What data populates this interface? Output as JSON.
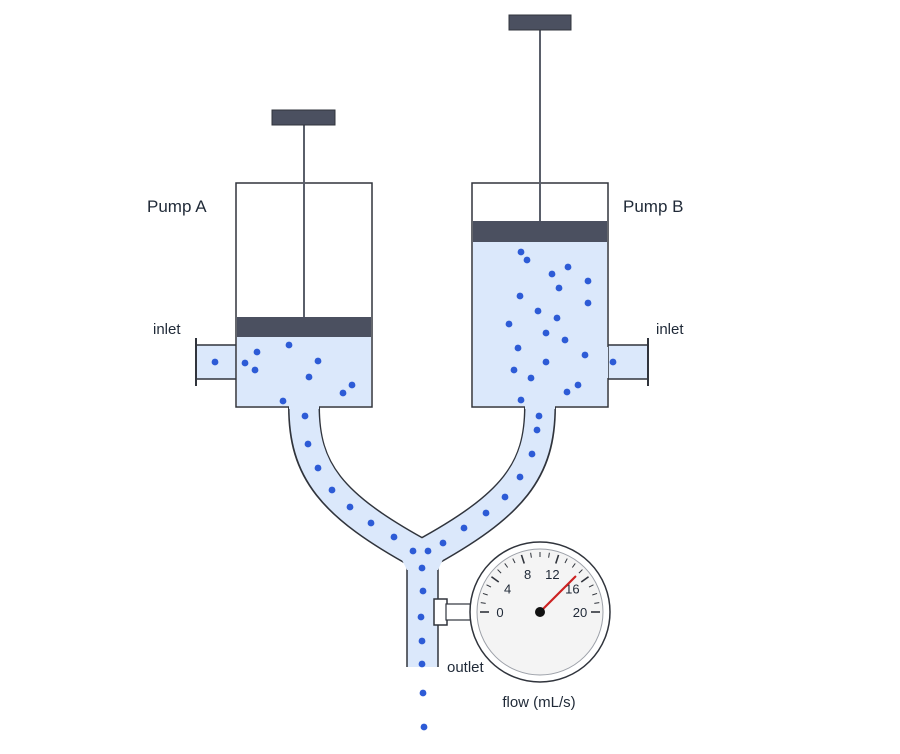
{
  "pump_a": {
    "label": "Pump A",
    "inlet_label": "inlet",
    "fill_level": 0.3
  },
  "pump_b": {
    "label": "Pump B",
    "inlet_label": "inlet",
    "fill_level": 0.82
  },
  "outlet_label": "outlet",
  "gauge": {
    "caption": "flow (mL/s)",
    "ticks": [
      "0",
      "4",
      "8",
      "12",
      "16",
      "20"
    ],
    "min": 0,
    "max": 20,
    "reading": 15
  },
  "colors": {
    "fluid": "#dbe8fb",
    "particle": "#2d5bd6",
    "outline": "#30343c",
    "plunger": "#4b5060",
    "needle": "#cc2222"
  }
}
